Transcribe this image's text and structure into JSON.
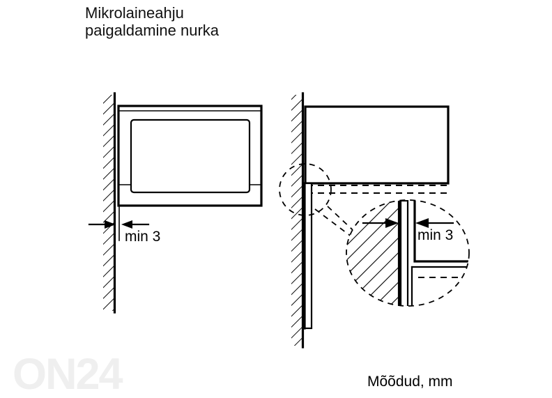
{
  "document": {
    "title_line1": "Mikrolaineahju",
    "title_line2": "paigaldamine nurka",
    "units_note": "Mõõdud, mm",
    "watermark": "ON24",
    "background_color": "#ffffff",
    "line_color": "#000000",
    "watermark_color": "#efefef"
  },
  "figures": {
    "left": {
      "name": "front-view",
      "dimension_label": "min 3",
      "elements": [
        "hatched-wall",
        "microwave-front-outline",
        "microwave-door-window",
        "dimension-arrows"
      ]
    },
    "right": {
      "name": "top-view-with-detail",
      "dimension_label": "min 3",
      "elements": [
        "hatched-wall",
        "microwave-top-outline",
        "door-panel",
        "hidden-edge-dashed-lines",
        "detail-callout-circle",
        "detail-enlarged-circle",
        "detail-hatched-wall",
        "detail-dimension-arrows"
      ]
    }
  }
}
